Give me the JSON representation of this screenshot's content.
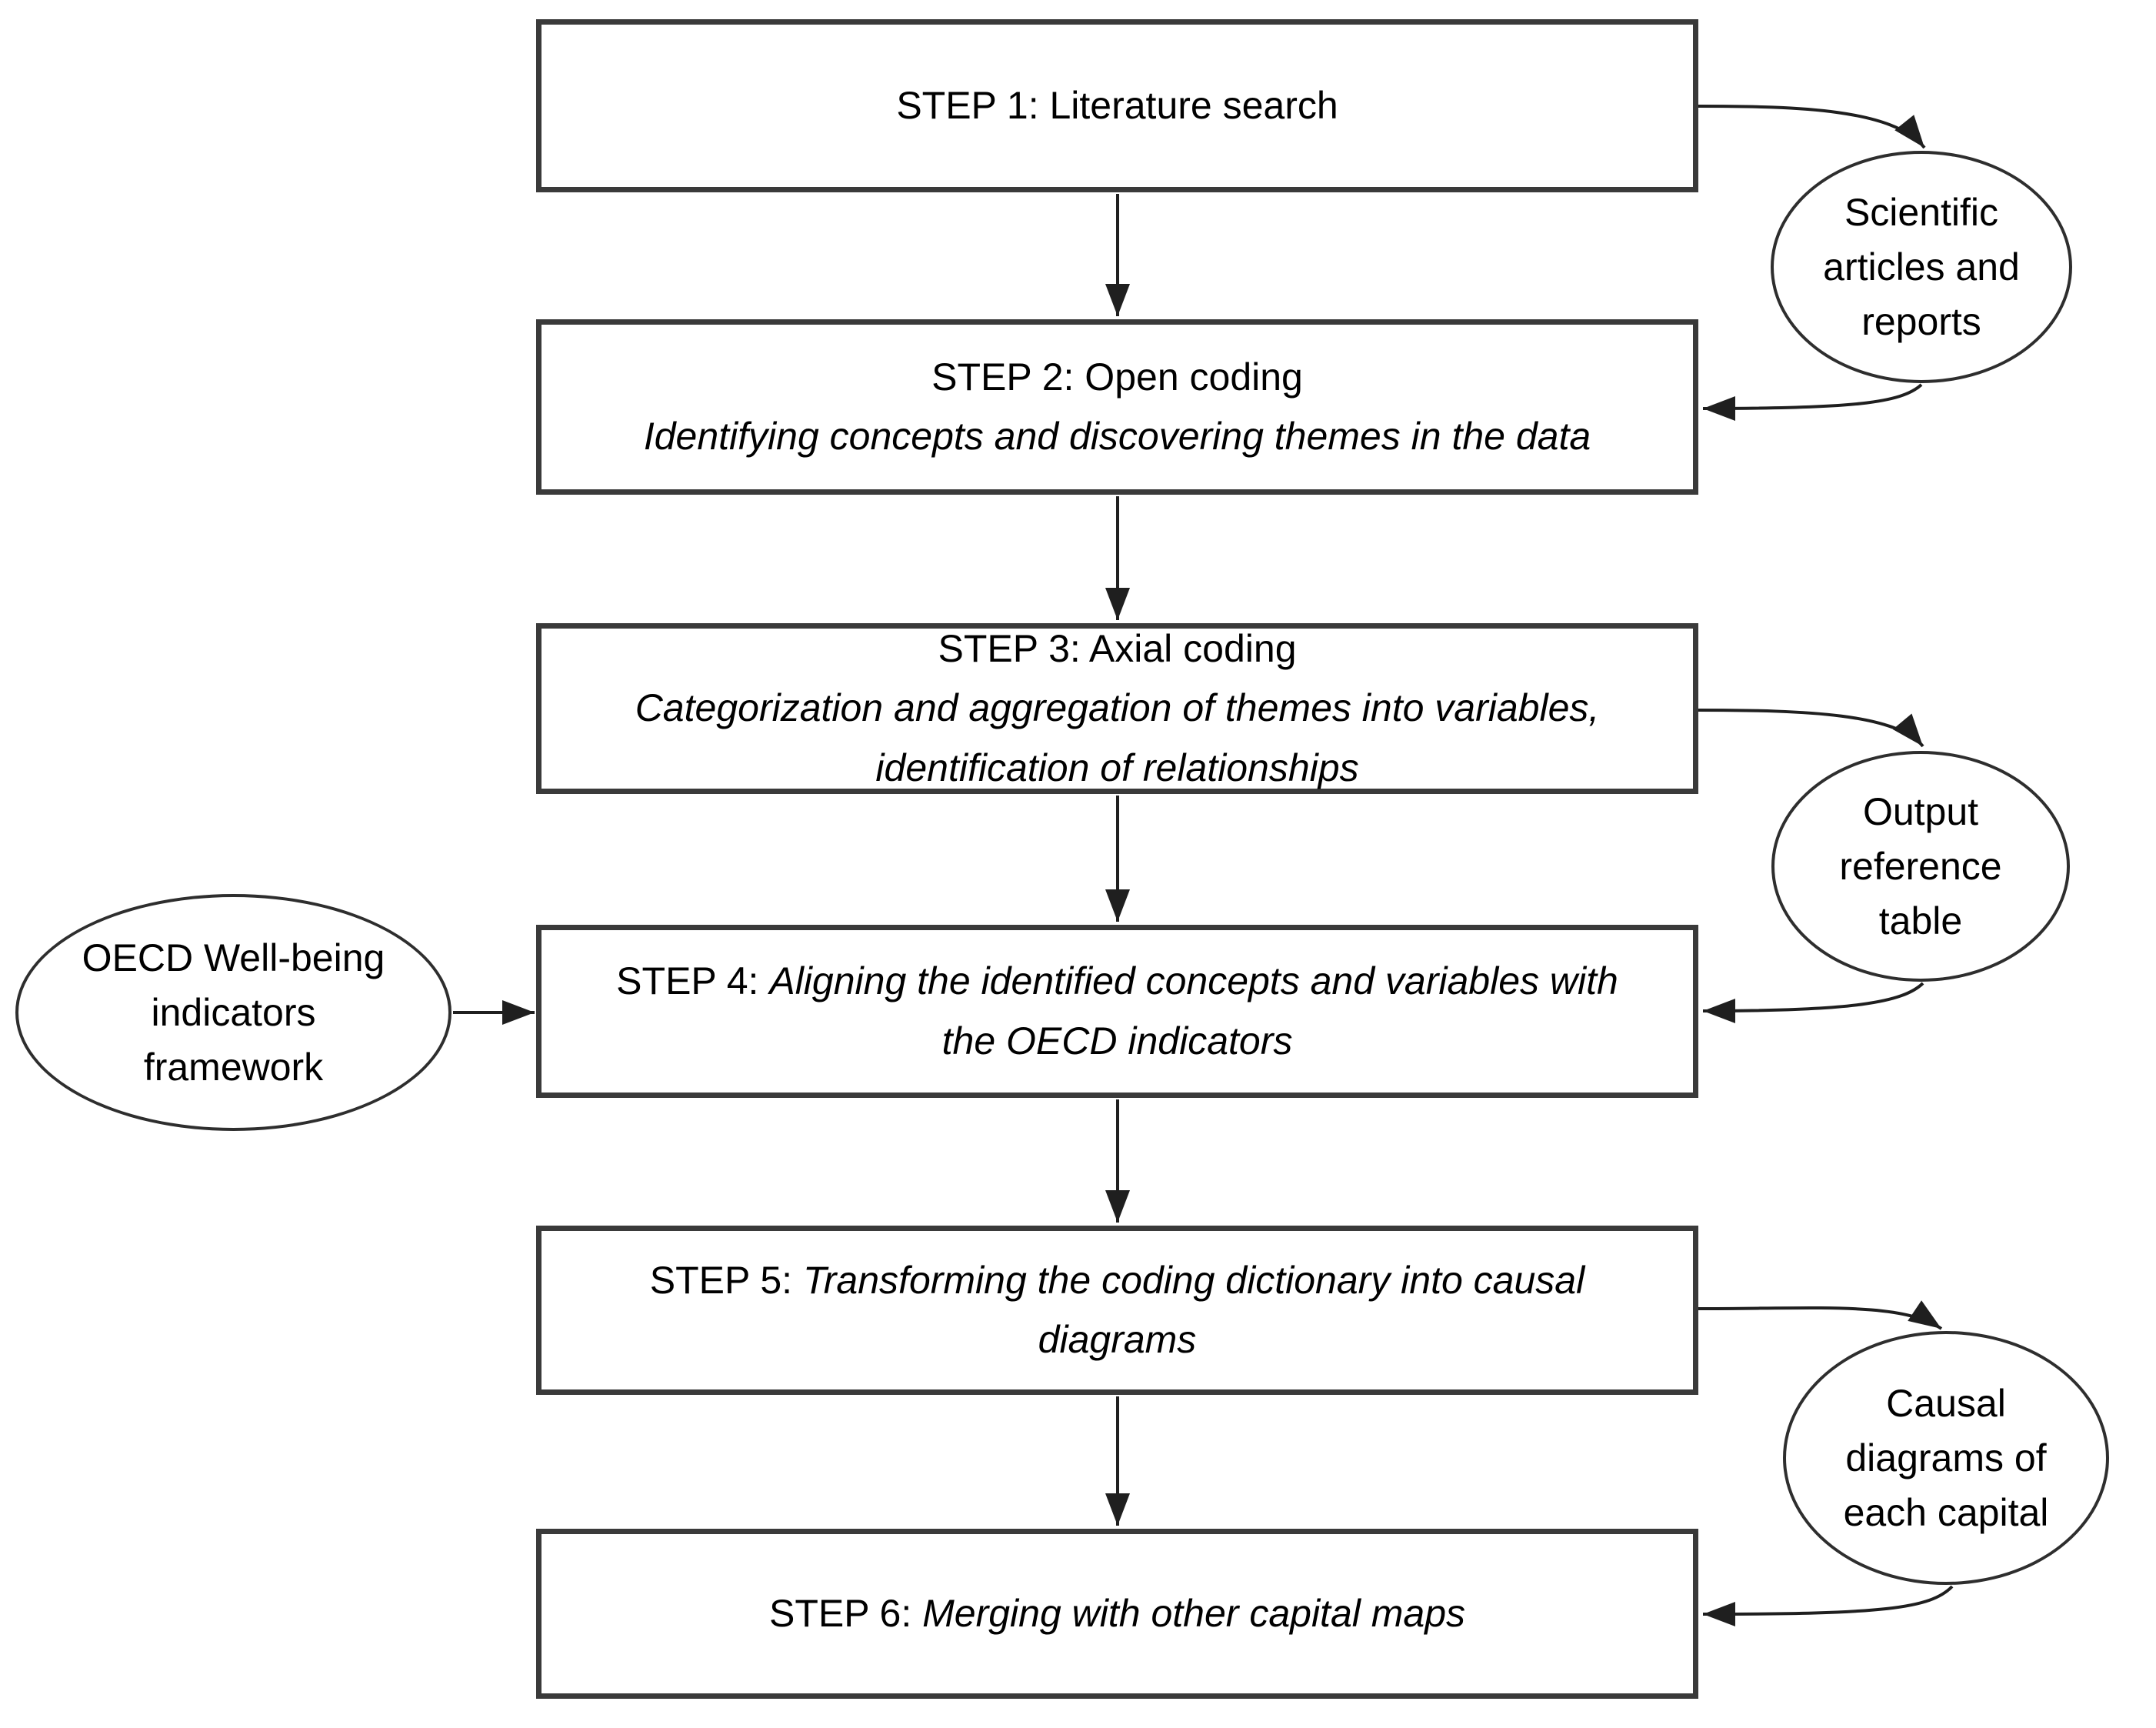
{
  "diagram": {
    "steps": [
      {
        "title": "STEP 1: Literature search"
      },
      {
        "title": "STEP 2: Open coding",
        "subtitle": "Identifying concepts and discovering themes in the data"
      },
      {
        "title": "STEP 3: Axial coding",
        "subtitle": "Categorization and aggregation of themes into variables, identification of relationships"
      },
      {
        "prefix": "STEP 4: ",
        "body": "Aligning the identified concepts and variables with the OECD indicators"
      },
      {
        "prefix": "STEP 5: ",
        "body": "Transforming the coding dictionary into causal diagrams"
      },
      {
        "prefix": "STEP 6: ",
        "body": "Merging with other capital maps"
      }
    ],
    "ellipses": {
      "scientific": "Scientific articles and reports",
      "output": "Output reference table",
      "oecd": "OECD Well-being indicators framework",
      "causal": "Causal diagrams of each capital"
    },
    "colors": {
      "line": "#1f1f1f",
      "box_border": "#3a3a3a",
      "ellipse_border": "#2e2e2e",
      "text": "#000000",
      "background": "#ffffff"
    }
  }
}
